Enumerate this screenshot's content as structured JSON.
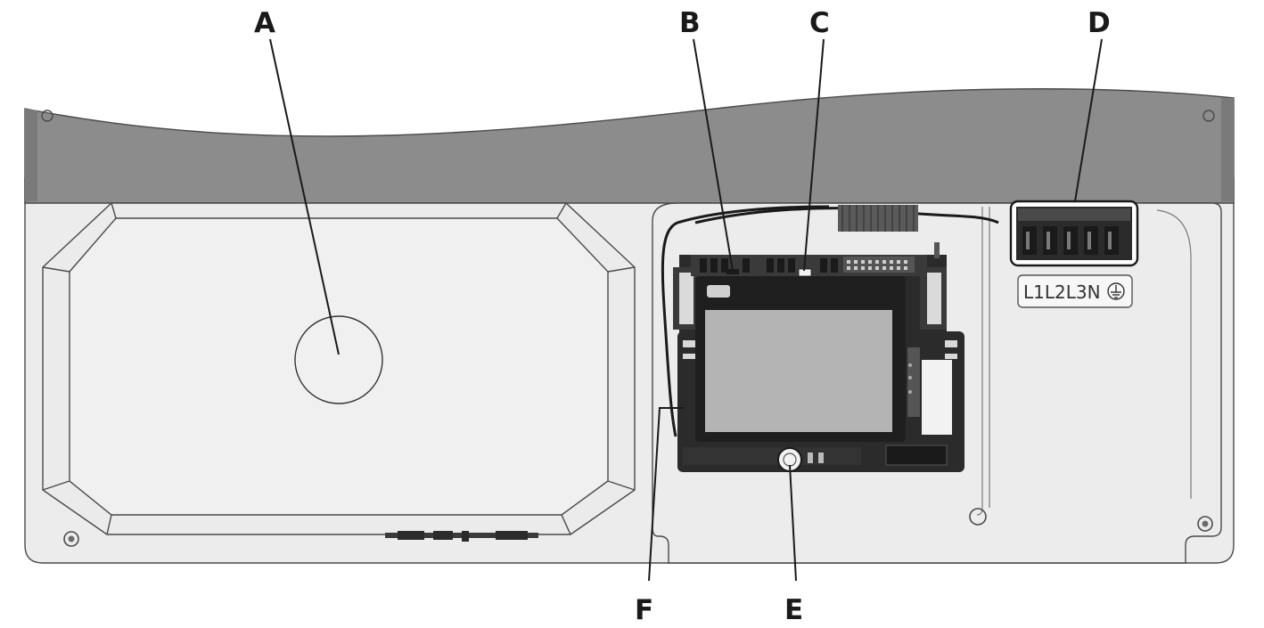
{
  "callouts": {
    "a": "A",
    "b": "B",
    "c": "C",
    "d": "D",
    "e": "E",
    "f": "F"
  },
  "terminal_label": "L1L2L3N",
  "icons": {
    "ground": "protective-earth-icon",
    "screw": "screw-icon"
  },
  "colors": {
    "cover": "#8c8c8c",
    "housing": "#ececec",
    "component_dark": "#2b2b2b",
    "display": "#b4b4b4",
    "line": "#1a1a1a"
  }
}
